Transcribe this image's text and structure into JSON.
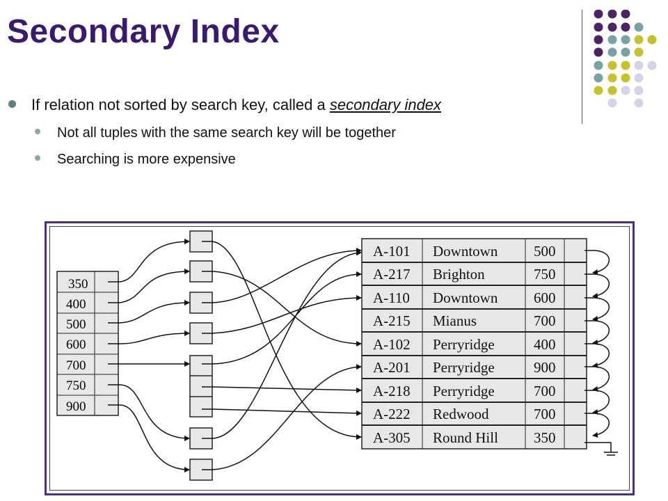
{
  "title": "Secondary Index",
  "bullets": {
    "main_prefix": "If relation not sorted by search key, called a ",
    "main_term": "secondary index",
    "sub": [
      "Not all tuples with the same search key will be together",
      "Searching is more expensive"
    ]
  },
  "colors": {
    "title": "#3a1a6e",
    "frame": "#4b2e83",
    "cell": "#e8e8e8"
  },
  "diagram": {
    "index_keys": [
      "350",
      "400",
      "500",
      "600",
      "700",
      "750",
      "900"
    ],
    "records": [
      {
        "account": "A-101",
        "branch": "Downtown",
        "balance": "500"
      },
      {
        "account": "A-217",
        "branch": "Brighton",
        "balance": "750"
      },
      {
        "account": "A-110",
        "branch": "Downtown",
        "balance": "600"
      },
      {
        "account": "A-215",
        "branch": "Mianus",
        "balance": "700"
      },
      {
        "account": "A-102",
        "branch": "Perryridge",
        "balance": "400"
      },
      {
        "account": "A-201",
        "branch": "Perryridge",
        "balance": "900"
      },
      {
        "account": "A-218",
        "branch": "Perryridge",
        "balance": "700"
      },
      {
        "account": "A-222",
        "branch": "Redwood",
        "balance": "700"
      },
      {
        "account": "A-305",
        "branch": "Round Hill",
        "balance": "350"
      }
    ]
  }
}
